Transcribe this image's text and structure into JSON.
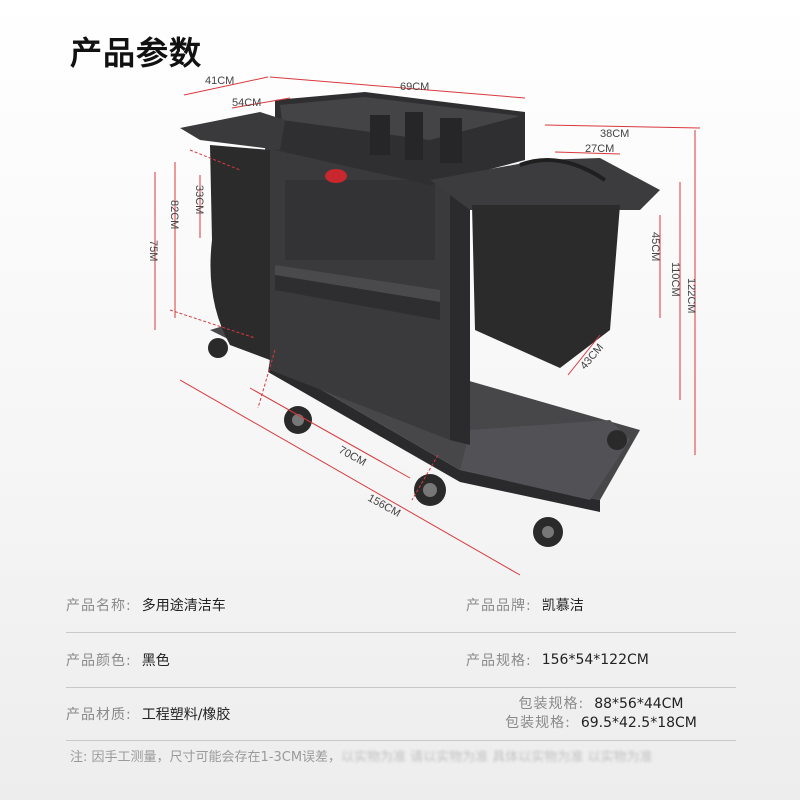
{
  "title": "产品参数",
  "dimensions": {
    "top_depth": "41CM",
    "basket_depth": "54CM",
    "top_width": "69CM",
    "bag_holder_width": "38CM",
    "bag_width": "27CM",
    "tray_height": "33CM",
    "handle_height": "82CM",
    "side_height": "75M",
    "bag_height": "45CM",
    "body_height": "110CM",
    "total_height": "122CM",
    "bag_depth": "43CM",
    "shelf_length": "70CM",
    "total_length": "156CM"
  },
  "specs": {
    "name": {
      "label": "产品名称:",
      "value": "多用途清洁车"
    },
    "brand": {
      "label": "产品品牌:",
      "value": "凯慕洁"
    },
    "color": {
      "label": "产品颜色:",
      "value": "黑色"
    },
    "size": {
      "label": "产品规格:",
      "value": "156*54*122CM"
    },
    "material": {
      "label": "产品材质:",
      "value": "工程塑料/橡胶"
    },
    "package1": {
      "label": "包装规格:",
      "value": "88*56*44CM"
    },
    "package2": {
      "label": "包装规格:",
      "value": "69.5*42.5*18CM"
    }
  },
  "note": {
    "text": "注: 因手工测量，尺寸可能会存在1-3CM误差，",
    "tail": "以实物为准 请以实物为准 具体以实物为准 以实物为准"
  },
  "colors": {
    "dim_line": "#d9383e",
    "cart_body": "#3a3a3c",
    "bag": "#2b2b2b",
    "logo": "#c8282d"
  }
}
